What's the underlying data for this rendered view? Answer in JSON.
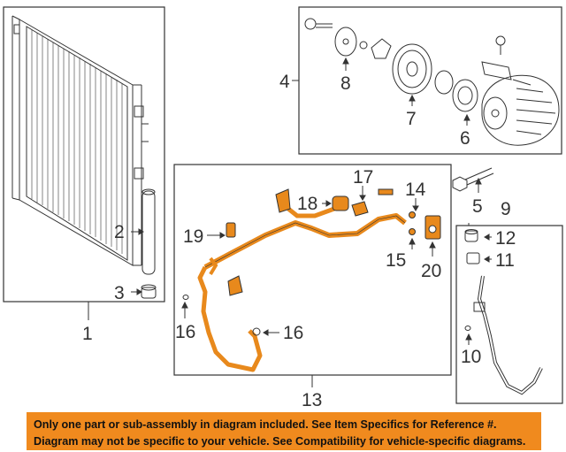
{
  "diagram": {
    "callouts": {
      "c1": "1",
      "c2": "2",
      "c3": "3",
      "c4": "4",
      "c5": "5",
      "c6": "6",
      "c7": "7",
      "c8": "8",
      "c9": "9",
      "c10": "10",
      "c11": "11",
      "c12": "12",
      "c13": "13",
      "c14": "14",
      "c15": "15",
      "c16a": "16",
      "c16b": "16",
      "c17": "17",
      "c18": "18",
      "c19": "19",
      "c20": "20"
    },
    "colors": {
      "highlight": "#e8891c",
      "line": "#333333",
      "banner": "#f08a1e"
    }
  },
  "notice": {
    "line1": "Only one part or sub-assembly in diagram included. See Item Specifics for Reference #.",
    "line2": "Diagram may not be specific to your vehicle. See Compatibility for vehicle-specific diagrams."
  }
}
